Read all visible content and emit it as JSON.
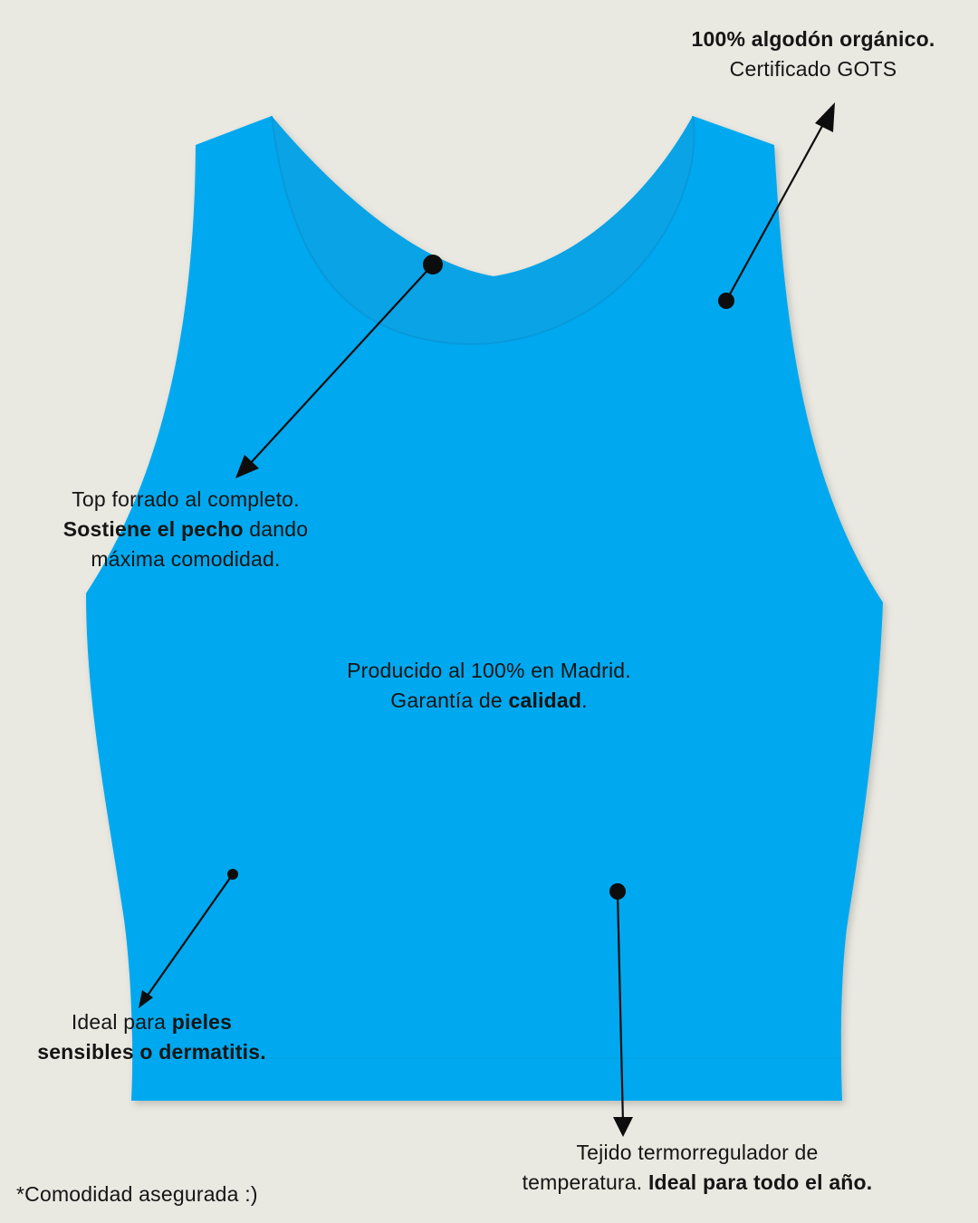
{
  "garment": {
    "name": "crop tank top",
    "color": "#03a9ef",
    "shadow_color": "#0d97d6"
  },
  "annotations": {
    "organic": {
      "line1": "100% algodón orgánico.",
      "line2": "Certificado GOTS"
    },
    "lined": {
      "line1": "Top forrado al completo.",
      "line2_bold": "Sostiene el pecho",
      "line2_rest": " dando",
      "line3": "máxima comodidad."
    },
    "madrid": {
      "line1": "Producido al 100% en Madrid.",
      "line2_pre": "Garantía de ",
      "line2_bold": "calidad",
      "line2_post": "."
    },
    "skin": {
      "line1_pre": "Ideal para ",
      "line1_bold": "pieles",
      "line2_bold": "sensibles o dermatitis."
    },
    "thermo": {
      "line1": "Tejido termorregulador de",
      "line2_pre": "temperatura. ",
      "line2_bold": "Ideal para todo el año."
    }
  },
  "footer_note": "*Comodidad asegurada :)"
}
